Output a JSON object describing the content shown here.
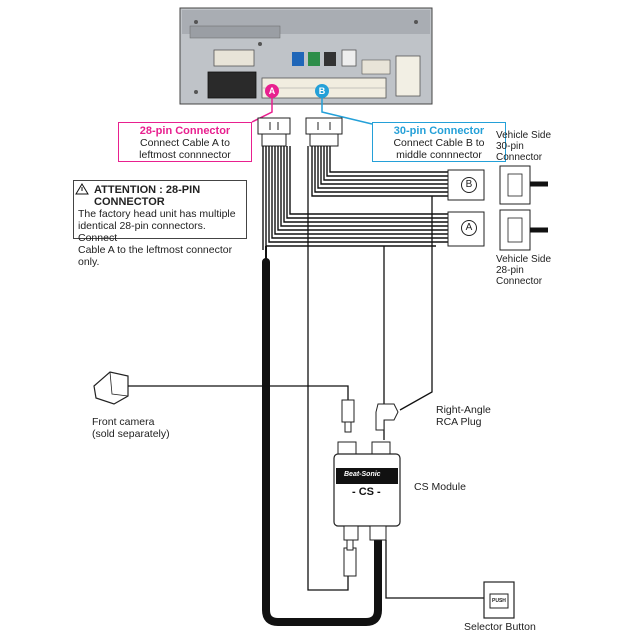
{
  "colors": {
    "accent_a": "#e8208f",
    "accent_b": "#24a0d8",
    "cable": "#111111"
  },
  "head_unit": {
    "connector_a_label": "A",
    "connector_b_label": "B"
  },
  "connector_a_box": {
    "title": "28-pin Connector",
    "line1": "Connect Cable A to",
    "line2": "leftmost connnector"
  },
  "connector_b_box": {
    "title": "30-pin Connector",
    "line1": "Connect Cable B to",
    "line2": "middle connnector"
  },
  "attention": {
    "title": "ATTENTION : 28-PIN CONNECTOR",
    "line1": "The factory head unit has multiple",
    "line2": "identical 28-pin connectors. Connect",
    "line3": "Cable A to the leftmost connector only."
  },
  "vehicle_side_30": {
    "line1": "Vehicle Side",
    "line2": "30-pin",
    "line3": "Connector",
    "marker": "B"
  },
  "vehicle_side_28": {
    "line1": "Vehicle Side",
    "line2": "28-pin",
    "line3": "Connector",
    "marker": "A"
  },
  "front_camera": {
    "line1": "Front camera",
    "line2": "(sold separately)"
  },
  "rca_plug": {
    "line1": "Right-Angle",
    "line2": "RCA Plug"
  },
  "cs_module": {
    "label": "CS Module",
    "brand": "Beat-Sonic",
    "name": "- CS -"
  },
  "selector_button": {
    "label": "Selector Button",
    "push": "PUSH"
  }
}
